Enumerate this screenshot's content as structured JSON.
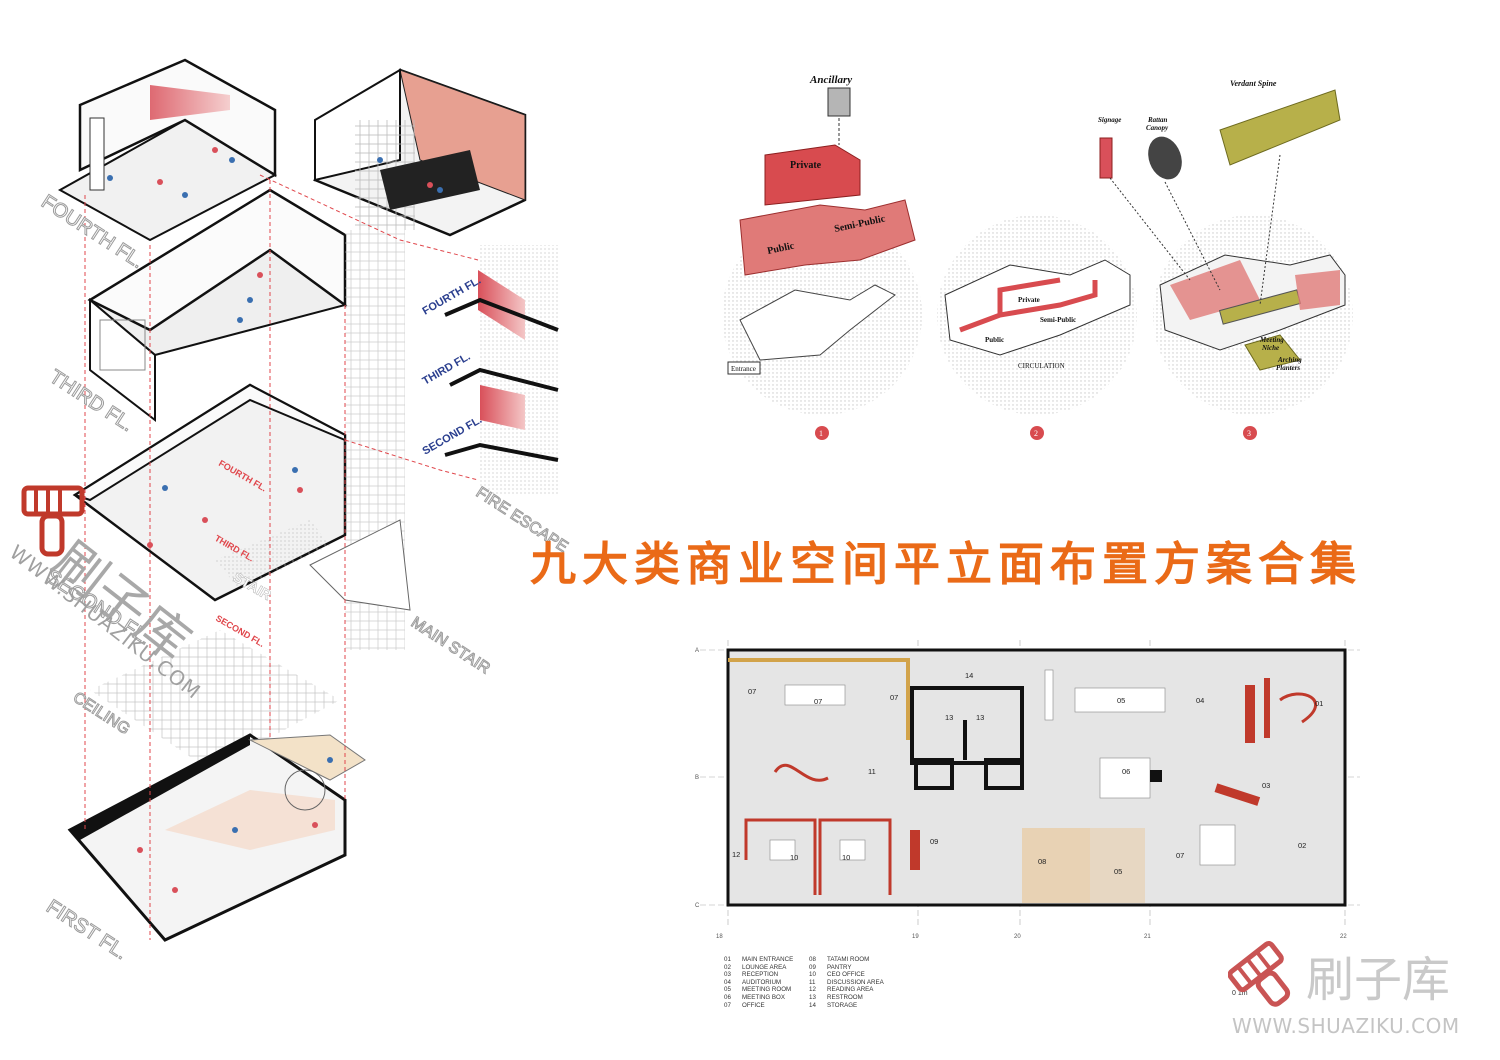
{
  "headline": "九大类商业空间平立面布置方案合集",
  "axon_labels": {
    "fourth": "FOURTH FL.",
    "third": "THIRD FL.",
    "second": "SECOND FL.",
    "ceiling": "CEILING",
    "first": "FIRST FL.",
    "main_stair": "MAIN STAIR",
    "fire_escape": "FIRE ESCAPE",
    "fire_fourth": "FOURTH FL.",
    "fire_third": "THIRD FL.",
    "fire_second": "SECOND FL.",
    "stair": "STAIR",
    "callout_fourth": "FOURTH FL.",
    "callout_third": "THIRD FL.",
    "callout_second": "SECOND FL."
  },
  "diagrams": {
    "d1": {
      "ancillary": "Ancillary",
      "private": "Private",
      "semi_public": "Semi-Public",
      "public": "Public",
      "entrance": "Entrance",
      "number": "1"
    },
    "d2": {
      "private": "Private",
      "semi_public": "Semi-Public",
      "public": "Public",
      "circulation": "CIRCULATION",
      "number": "2"
    },
    "d3": {
      "signage": "Signage",
      "rattan_canopy_1": "Rattan",
      "rattan_canopy_2": "Canopy",
      "verdant_spine": "Verdant Spine",
      "meeting_niche_1": "Meeting",
      "meeting_niche_2": "Niche",
      "arching_planters_1": "Arching",
      "arching_planters_2": "Planters",
      "number": "3"
    }
  },
  "plan": {
    "grid_rows": [
      "A",
      "B",
      "C"
    ],
    "grid_cols": [
      "18",
      "19",
      "20",
      "21",
      "22"
    ],
    "rooms": {
      "r07a": "07",
      "r07b": "07",
      "r07c": "07",
      "r14": "14",
      "r13a": "13",
      "r13b": "13",
      "r05a": "05",
      "r04": "04",
      "r01": "01",
      "r11": "11",
      "r06": "06",
      "r03": "03",
      "r12": "12",
      "r10a": "10",
      "r10b": "10",
      "r09": "09",
      "r08": "08",
      "r05b": "05",
      "r07d": "07",
      "r02": "02"
    },
    "scale": "0   1m"
  },
  "legend": [
    {
      "num": "01",
      "label": "MAIN ENTRANCE"
    },
    {
      "num": "02",
      "label": "LOUNGE AREA"
    },
    {
      "num": "03",
      "label": "RECEPTION"
    },
    {
      "num": "04",
      "label": "AUDITORIUM"
    },
    {
      "num": "05",
      "label": "MEETING ROOM"
    },
    {
      "num": "06",
      "label": "MEETING BOX"
    },
    {
      "num": "07",
      "label": "OFFICE"
    },
    {
      "num": "08",
      "label": "TATAMI ROOM"
    },
    {
      "num": "09",
      "label": "PANTRY"
    },
    {
      "num": "10",
      "label": "CEO OFFICE"
    },
    {
      "num": "11",
      "label": "DISCUSSION AREA"
    },
    {
      "num": "12",
      "label": "READING AREA"
    },
    {
      "num": "13",
      "label": "RESTROOM"
    },
    {
      "num": "14",
      "label": "STORAGE"
    }
  ],
  "watermark": {
    "cn": "刷子库",
    "url": "WWW.SHUAZIKU.COM",
    "left_cn": "刷子库",
    "left_url": "WWW.SHUAZIKU.COM"
  },
  "colors": {
    "accent_orange": "#ea6a17",
    "red_private": "#d84b4f",
    "red_public": "#e07a78",
    "plan_red": "#c0392b",
    "olive": "#b7b04a",
    "wood": "#e8d2b4"
  }
}
